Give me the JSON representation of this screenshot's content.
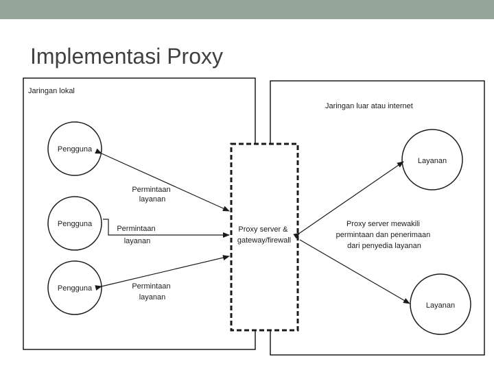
{
  "slide": {
    "title": "Implementasi Proxy",
    "top_bar_color": "#95a599",
    "title_color": "#404040"
  },
  "diagram": {
    "local_network_label": "Jaringan lokal",
    "external_network_label": "Jaringan luar atau internet",
    "users": [
      "Pengguna",
      "Pengguna",
      "Pengguna"
    ],
    "request_labels": [
      [
        "Permintaan",
        "layanan"
      ],
      [
        "Permintaan",
        "layanan"
      ],
      [
        "Permintaan",
        "layanan"
      ]
    ],
    "proxy_label": [
      "Proxy server &",
      "gateway/firewall"
    ],
    "proxy_description": [
      "Proxy server mewakili",
      "permintaan dan penerimaan",
      "dari penyedia layanan"
    ],
    "services": [
      "Layanan",
      "Layanan"
    ],
    "line_color": "#1a1a1a"
  }
}
